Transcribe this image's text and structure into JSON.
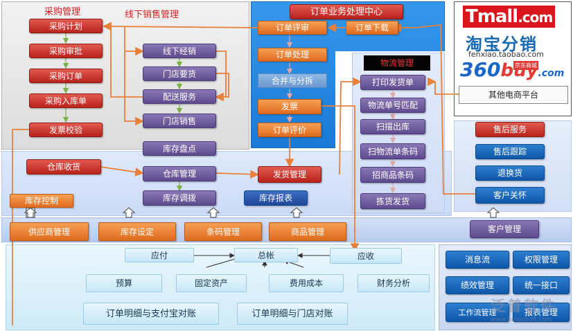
{
  "panels": {
    "purchase_title": "采购管理",
    "offline_title": "线下销售管理",
    "order_center_title": "订单业务处理中心",
    "logistics_title": "物流管理"
  },
  "purchase": {
    "plan": "采购计划",
    "approve": "采购审批",
    "order": "采购订单",
    "inbound": "采购入库单",
    "invoice_check": "发票校验"
  },
  "offline": {
    "distribution": "线下经销",
    "store_request": "门店要货",
    "delivery": "配送服务",
    "store_sales": "门店销售",
    "stocktake": "库存盘点"
  },
  "order_center": {
    "review": "订单评审",
    "download": "订单下载",
    "process": "订单处理",
    "merge_split": "合并与分拆",
    "invoice": "发票",
    "evaluate": "订单评价"
  },
  "logistics": {
    "print": "打印发货单",
    "match": "物流单号匹配",
    "scan_out": "扫描出库",
    "scan_barcode": "扫物流单条码",
    "pick_barcode": "招商品条码",
    "pick_ship": "拣货发货"
  },
  "ecommerce": {
    "tmall": "Tmall",
    "tmall_com": ".com",
    "taobao": "淘宝分销",
    "taobao_url": "fenxiao.taobao.com",
    "b360_num": "360",
    "b360_buy": "buy",
    "b360_com": ".com",
    "b360_jd": "京东商城",
    "other": "其他电商平台"
  },
  "warehouse": {
    "receive": "仓库收货",
    "manage": "仓库管理",
    "transfer": "库存调拨",
    "report": "库存报表",
    "control": "库存控制",
    "ship_manage": "发货管理"
  },
  "aftersales": {
    "title": "售后服务",
    "track": "售后跟踪",
    "return": "退换货",
    "care": "客户关怀"
  },
  "basic": {
    "supplier": "供应商管理",
    "stock_setting": "库存设定",
    "barcode": "条码管理",
    "product": "商品管理",
    "customer": "客户管理"
  },
  "finance": {
    "payable": "应付",
    "ledger": "总帐",
    "receivable": "应收",
    "budget": "预算",
    "fixed_assets": "固定资产",
    "expense": "费用成本",
    "analysis": "财务分析",
    "alipay_recon": "订单明细与支付宝对账",
    "store_recon": "订单明细与门店对账"
  },
  "system": {
    "message": "消息流",
    "permission": "权限管理",
    "performance": "绩效管理",
    "interface": "统一接口",
    "workflow": "工作流管理",
    "report": "报表管理"
  },
  "watermark": {
    "name": "泛普软件",
    "url": "www.fanpusoft.com"
  },
  "colors": {
    "red_box": "#c8322b",
    "purple_box": "#6e5a9e",
    "orange_box": "#ef8132",
    "blue_box": "#1565b5",
    "center_blue": "#1e88e5",
    "arrow_orange": "#e9803a",
    "tmall_red": "#d8161b",
    "taobao_blue": "#1769b3"
  }
}
